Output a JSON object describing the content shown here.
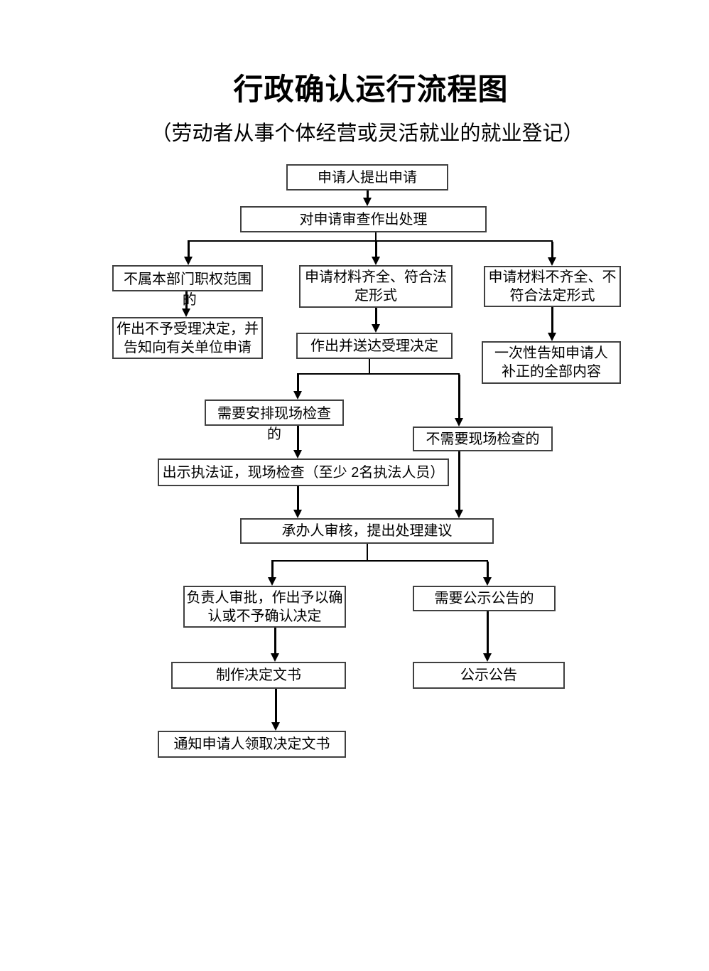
{
  "title": "行政确认运行流程图",
  "subtitle": "（劳动者从事个体经营或灵活就业的就业登记）",
  "colors": {
    "background": "#ffffff",
    "box_border": "#404040",
    "line": "#000000",
    "text": "#000000"
  },
  "nodes": {
    "applicant_submits": {
      "label": "申请人提出申请"
    },
    "review_application": {
      "label": "对申请审查作出处理"
    },
    "outside_authority": {
      "label": "不属本部门职权范围\n 的"
    },
    "materials_complete": {
      "label": "申请材料齐全、符合法\n定形式"
    },
    "materials_incomplete": {
      "label": "申请材料不齐全、不\n符合法定形式"
    },
    "reject_decision": {
      "label": "作出不予受理决定，并\n告知向有关单位申请"
    },
    "acceptance_decision": {
      "label": "作出并送达受理决定"
    },
    "notify_supplement": {
      "label": "一次性告知申请人\n补正的全部内容"
    },
    "site_inspection_needed": {
      "label": "需要安排现场检查\n的"
    },
    "no_site_inspection": {
      "label": "不需要现场检查的"
    },
    "show_credentials_inspect": {
      "label": "出示执法证，现场检查（至少 2名执法人员）"
    },
    "handler_review": {
      "label": "承办人审核，提出处理建议"
    },
    "leader_approve": {
      "label": "负责人审批，作出予以确\n认或不予确认决定"
    },
    "public_notice_needed": {
      "label": "需要公示公告的"
    },
    "make_decision_document": {
      "label": "制作决定文书"
    },
    "public_announcement": {
      "label": "公示公告"
    },
    "notify_applicant_collect": {
      "label": "通知申请人领取决定文书"
    }
  }
}
